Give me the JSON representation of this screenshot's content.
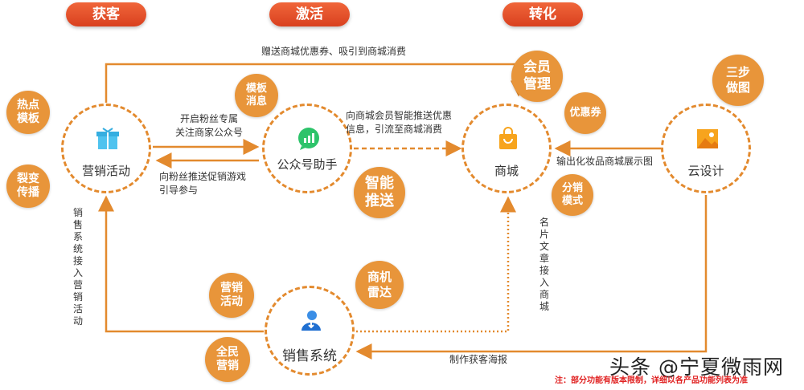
{
  "headers": [
    "获客",
    "激活",
    "转化"
  ],
  "nodes": {
    "marketing": "营销活动",
    "wechat": "公众号助手",
    "mall": "商城",
    "cloud": "云设计",
    "sales": "销售系统"
  },
  "bubbles": {
    "hot_template": "热点模板",
    "fission": "裂变传播",
    "template_msg": "模板消息",
    "smart_push": "智能推送",
    "member": "会员管理",
    "coupon": "优惠券",
    "distribution": "分销模式",
    "three_step": "三步做图",
    "sales_marketing": "营销活动",
    "radar": "商机雷达",
    "all_people": "全民营销"
  },
  "edges": {
    "top": "赠送商城优惠券、吸引到商城消费",
    "m_to_w": "开启粉丝专属\n关注商家公众号",
    "w_to_m": "向粉丝推送促销游戏\n引导参与",
    "w_to_mall": "向商城会员智能推送优惠\n信息，引流至商城消费",
    "cloud_to_mall": "输出化妆品商城展示图",
    "sales_to_mall": "名片文章接入商城",
    "cloud_to_sales": "制作获客海报",
    "sales_to_m": "销售系统接入营销活动"
  },
  "footnote": "注：部分功能有版本限制，详细以各产品功能列表为准",
  "watermark": "头条 @宁夏微雨网",
  "colors": {
    "accent": "#e38a2e",
    "bubble": "#e8953a",
    "header": "#e0482a"
  }
}
